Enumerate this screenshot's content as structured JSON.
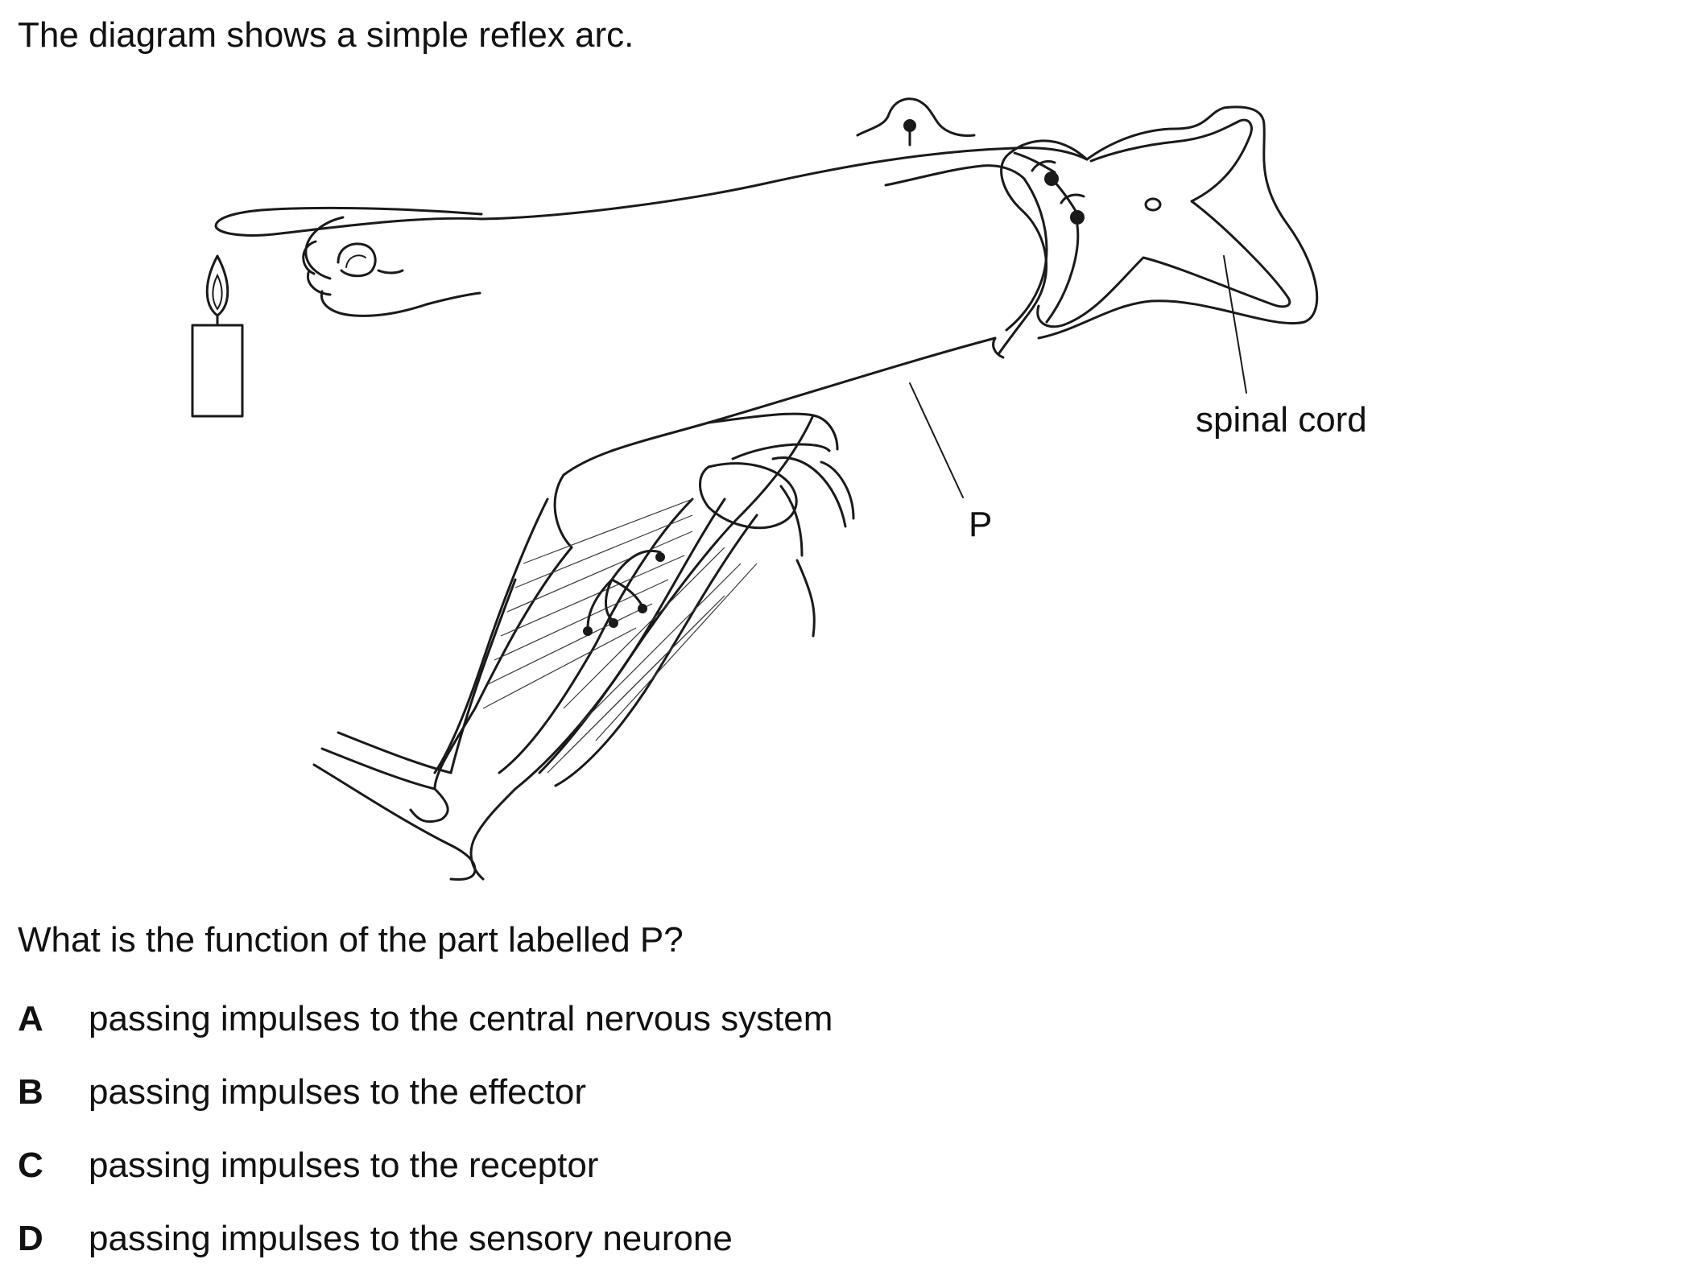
{
  "intro": "The diagram shows a simple reflex arc.",
  "diagram": {
    "labels": {
      "spinal_cord": "spinal cord",
      "p": "P"
    }
  },
  "question": "What is the function of the part labelled P?",
  "options": [
    {
      "letter": "A",
      "text": "passing impulses to the central nervous system"
    },
    {
      "letter": "B",
      "text": "passing impulses to the effector"
    },
    {
      "letter": "C",
      "text": "passing impulses to the receptor"
    },
    {
      "letter": "D",
      "text": "passing impulses to the sensory neurone"
    }
  ]
}
